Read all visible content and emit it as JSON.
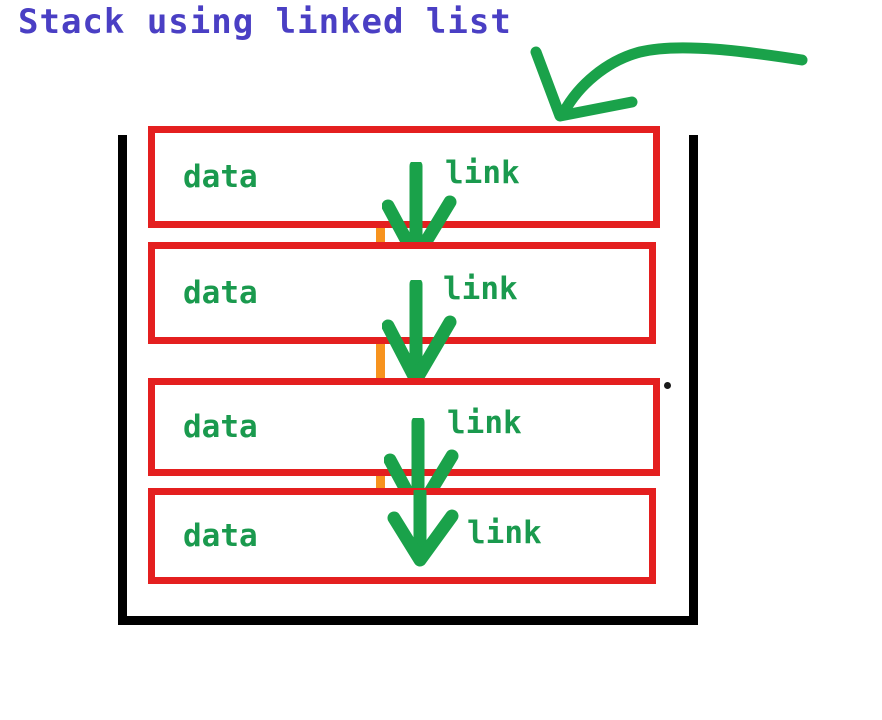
{
  "title": "Stack using linked list",
  "colors": {
    "title": "#4a3fc4",
    "node_border": "#e41f1f",
    "text": "#1a9a4e",
    "container": "#000000",
    "divider": "#f7931e",
    "arrow": "#1aa24a",
    "background": "#ffffff"
  },
  "diagram": {
    "type": "linked-list-stack",
    "node_count": 4,
    "nodes": [
      {
        "data_label": "data",
        "link_label": "link"
      },
      {
        "data_label": "data",
        "link_label": "link"
      },
      {
        "data_label": "data",
        "link_label": "link"
      },
      {
        "data_label": "data",
        "link_label": "link"
      }
    ],
    "arrows": {
      "between_nodes": 4,
      "pointer_to_top_node": 1
    }
  }
}
